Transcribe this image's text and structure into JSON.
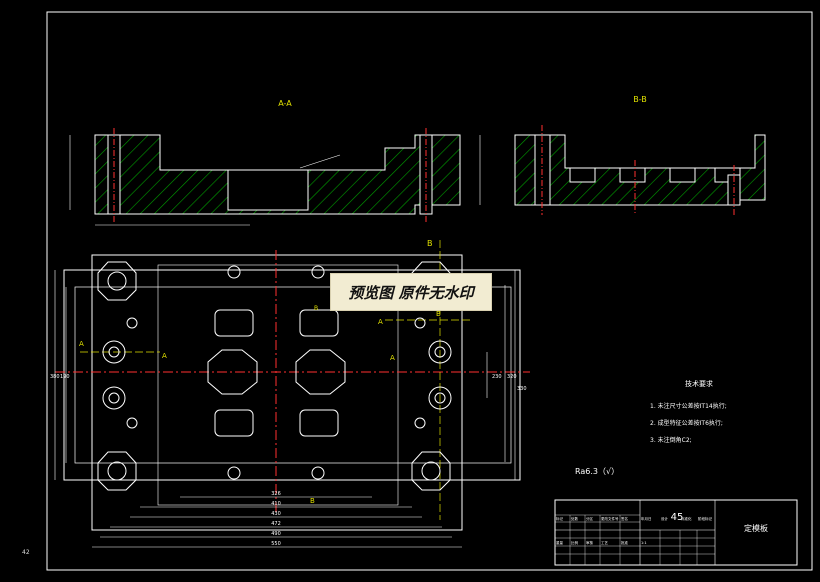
{
  "drawing": {
    "section_aa": "A-A",
    "section_bb": "B-B",
    "marker_a": "A",
    "marker_b": "B",
    "tech_title": "技术要求",
    "tech_items": [
      "1. 未注尺寸公差按IT14执行;",
      "2. 成型特征公差按IT6执行;",
      "3. 未注倒角C2;"
    ],
    "roughness": "Ra6.3（√）",
    "material": "45",
    "part_name": "定模板",
    "corner_label": "42",
    "dims_bottom": [
      "326",
      "410",
      "430",
      "472",
      "490",
      "550"
    ],
    "dims_right_labels": [
      "230",
      "320",
      "330"
    ],
    "dims_left_labels": [
      "380",
      "190"
    ],
    "tb_small": [
      "标记",
      "处数",
      "分区",
      "更改文件号",
      "签名",
      "年月日",
      "设计",
      "标准化",
      "阶段标记",
      "重量",
      "比例",
      "审核",
      "工艺",
      "批准",
      "1:1"
    ]
  },
  "watermark": {
    "text": "预览图 原件无水印"
  },
  "colors": {
    "bg": "#000000",
    "line": "#ffffff",
    "hatch": "#00a000",
    "center": "#ff3030",
    "dim": "#ffffff",
    "yellow": "#e0e000"
  }
}
